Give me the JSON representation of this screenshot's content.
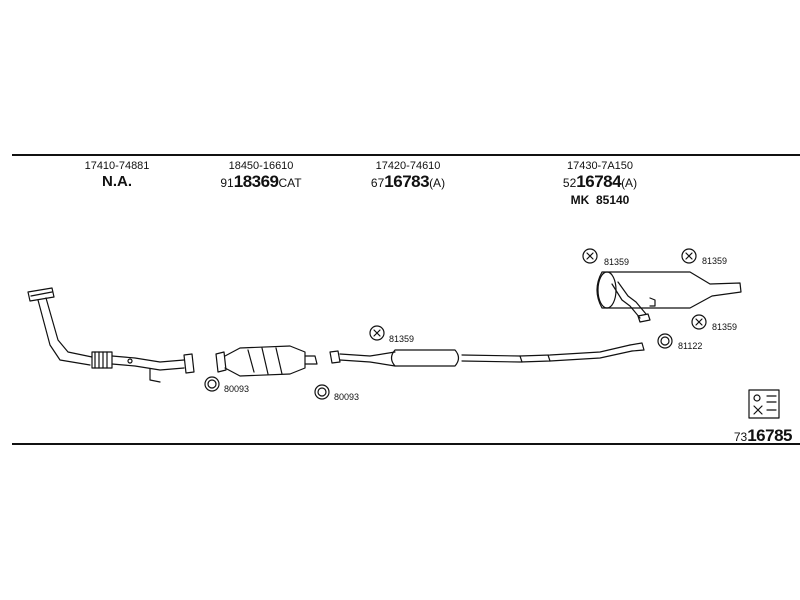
{
  "parts": [
    {
      "part_no": "17410-74881",
      "na": "N.A."
    },
    {
      "part_no": "18450-16610",
      "prefix": "91",
      "code": "18369",
      "suffix": "CAT"
    },
    {
      "part_no": "17420-74610",
      "prefix": "67",
      "code": "16783",
      "suffix": "(A)"
    },
    {
      "part_no": "17430-7A150",
      "prefix": "52",
      "code": "16784",
      "suffix": "(A)",
      "mk_label": "MK",
      "mk_code": "85140"
    }
  ],
  "fittings": {
    "gasket_1": "80093",
    "gasket_2": "80093",
    "hanger_front": "81359",
    "hanger_rear_1": "81359",
    "hanger_rear_2": "81359",
    "hanger_rear_3": "81359",
    "clamp_rear": "81122"
  },
  "footer": {
    "prefix": "73",
    "code": "16785"
  }
}
